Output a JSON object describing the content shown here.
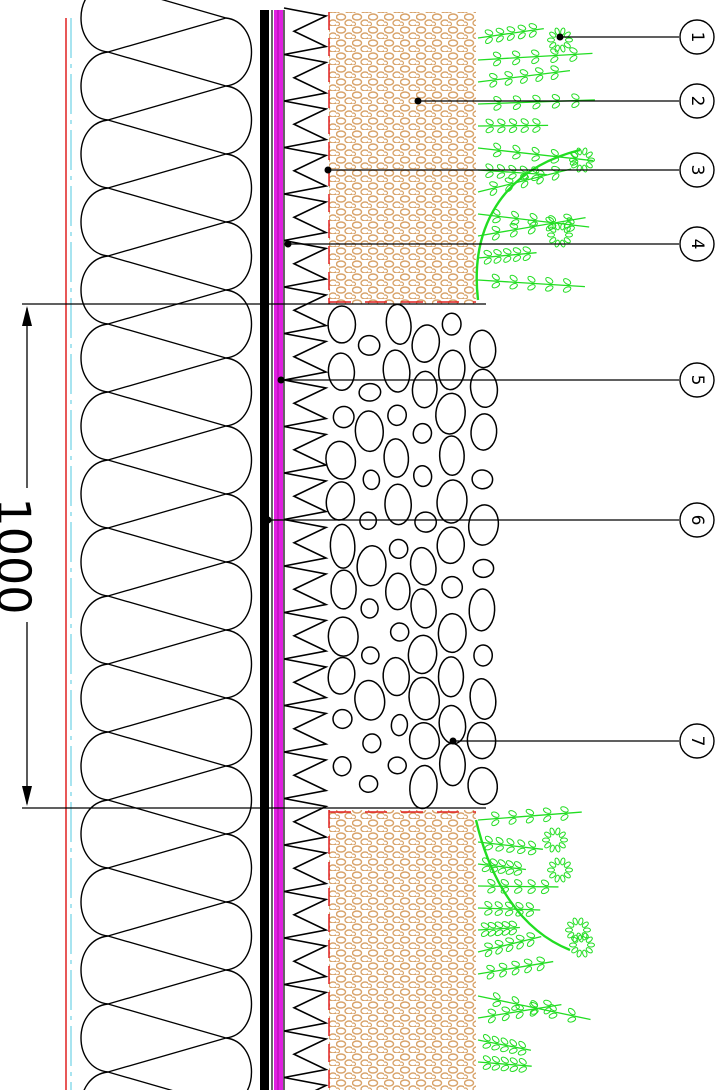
{
  "dimension": {
    "value": "1000"
  },
  "callouts": [
    {
      "number": "1",
      "target": "vegetation"
    },
    {
      "number": "2",
      "target": "growing-substrate"
    },
    {
      "number": "3",
      "target": "filter-fleece"
    },
    {
      "number": "4",
      "target": "drainage-board"
    },
    {
      "number": "5",
      "target": "protection-membrane"
    },
    {
      "number": "6",
      "target": "waterproofing"
    },
    {
      "number": "7",
      "target": "gravel-strip"
    }
  ],
  "colors": {
    "insulation": "#000000",
    "vapour_line": "#e02020",
    "accent_line": "#6fd3e6",
    "membrane": "#e020e0",
    "substrate": "#d8a36a",
    "vegetation": "#22dd22",
    "filter_dash": "#e02020"
  },
  "icons": {
    "insulation": "insulation-zigzag-icon",
    "vegetation": "plant-icon",
    "gravel": "pebble-icon"
  }
}
